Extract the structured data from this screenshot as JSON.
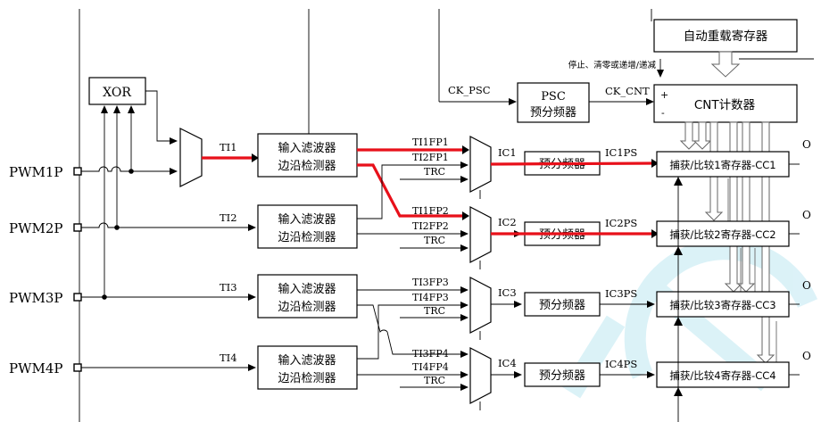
{
  "inputs": [
    {
      "label": "PWM1P"
    },
    {
      "label": "PWM2P"
    },
    {
      "label": "PWM3P"
    },
    {
      "label": "PWM4P"
    }
  ],
  "xor": {
    "label": "XOR"
  },
  "ti": [
    "TI1",
    "TI2",
    "TI3",
    "TI4"
  ],
  "filter": {
    "line1": "输入滤波器",
    "line2": "边沿检测器"
  },
  "mux_inputs": [
    [
      "TI1FP1",
      "TI2FP1",
      "TRC"
    ],
    [
      "TI1FP2",
      "TI2FP2",
      "TRC"
    ],
    [
      "TI3FP3",
      "TI4FP3",
      "TRC"
    ],
    [
      "TI3FP4",
      "TI4FP4",
      "TRC"
    ]
  ],
  "ic": [
    "IC1",
    "IC2",
    "IC3",
    "IC4"
  ],
  "prescaler": {
    "label": "预分频器"
  },
  "icps": [
    "IC1PS",
    "IC2PS",
    "IC3PS",
    "IC4PS"
  ],
  "capture": [
    "捕获/比较1寄存器-CC1",
    "捕获/比较2寄存器-CC2",
    "捕获/比较3寄存器-CC3",
    "捕获/比较4寄存器-CC4"
  ],
  "top": {
    "ck_psc": "CK_PSC",
    "psc_line1": "PSC",
    "psc_line2": "预分频器",
    "ck_cnt": "CK_CNT",
    "cnt": "CNT计数器",
    "plus": "+",
    "minus": "-",
    "arr": "自动重载寄存器",
    "note": "停止、清零或递增/递减"
  },
  "edge_o": "O",
  "colors": {
    "highlight": "#e8101a",
    "watermark": "#bfe8f2"
  }
}
